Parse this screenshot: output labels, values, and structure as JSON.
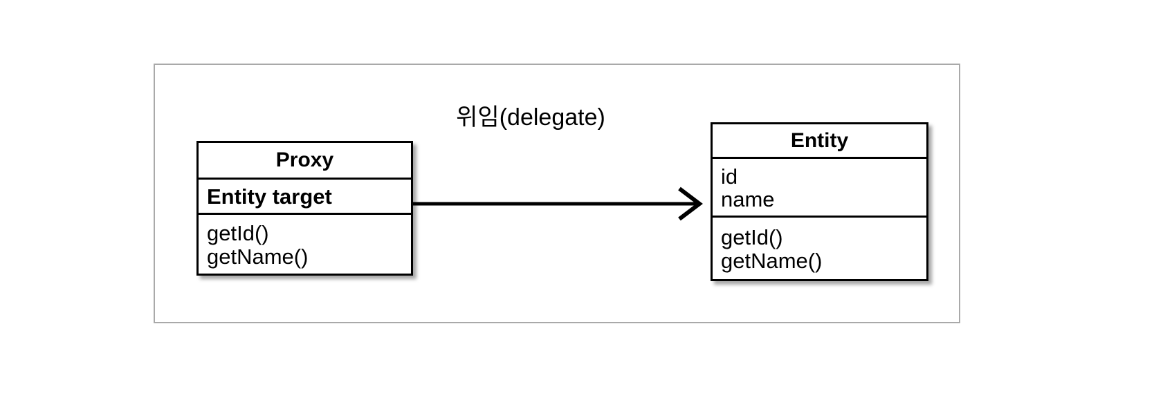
{
  "diagram": {
    "type": "uml-class-diagram",
    "title_label": "위임(delegate)",
    "classes": [
      {
        "id": "proxy",
        "name": "Proxy",
        "attributes": [
          "Entity target"
        ],
        "operations": [
          "getId()",
          "getName()"
        ]
      },
      {
        "id": "entity",
        "name": "Entity",
        "attributes": [
          "id",
          "name"
        ],
        "operations": [
          "getId()",
          "getName()"
        ]
      }
    ],
    "relationship": {
      "name": "delegation-arrow",
      "label": "위임(delegate)",
      "from": "Proxy",
      "to": "Entity",
      "style": "solid-open-arrow"
    },
    "colors": {
      "box_border": "#000000",
      "frame_border": "#a9a9a9",
      "background": "#ffffff",
      "text": "#000000"
    }
  }
}
